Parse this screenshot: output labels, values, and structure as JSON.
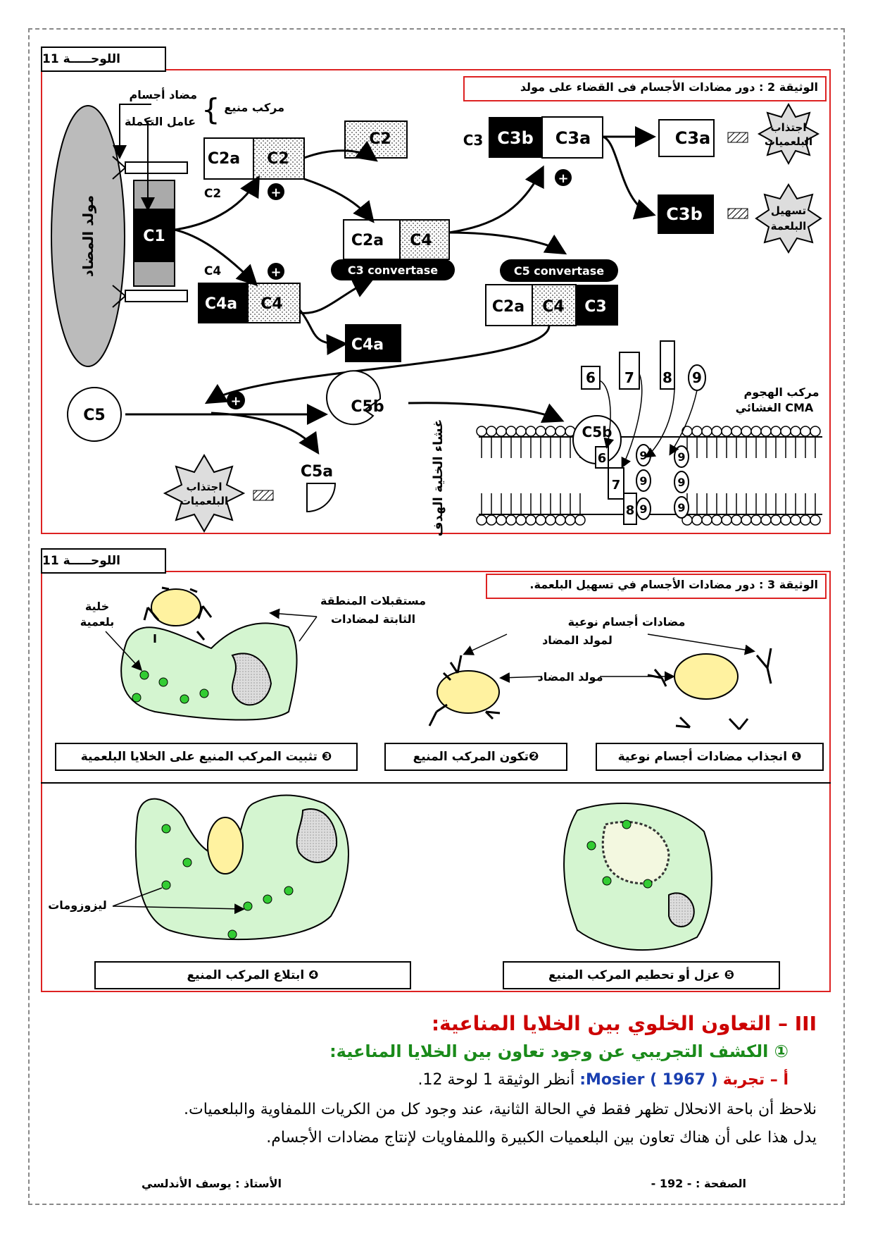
{
  "top": {
    "plate_label": "اللوحـــــة 11",
    "doc_title": "الوثيقة 2 : دور مضادات الأجسام فى القضاء على مولد",
    "labels": {
      "antigen": "مولد المضاد",
      "antibody": "مضاد أجسام",
      "complement_factor": "عامل التكملة",
      "immune_complex": "مركب منيع",
      "c1": "C1",
      "c2": "C2",
      "c2a": "C2a",
      "c4": "C4",
      "c4a": "C4a",
      "c3": "C3",
      "c3a": "C3a",
      "c3b": "C3b",
      "c5": "C5",
      "c5a": "C5a",
      "c5b": "C5b",
      "c3_convertase": "C3 convertase",
      "c5_convertase": "C5 convertase",
      "attract_phagocytes": "اجتذاب البلعميات",
      "facilitate_phagocytosis": "تسهيل البلعمة",
      "mac": "مركب الهجوم الغشائي CMA",
      "target_membrane": "غشاء الخلية الهدف",
      "n6": "6",
      "n7": "7",
      "n8": "8",
      "n9": "9",
      "plus": "+"
    }
  },
  "bottom": {
    "plate_label": "اللوحـــــة 11",
    "doc_title": "الوثيقة 3 : دور مضادات الأجسام في تسهيل البلعمة.",
    "labels": {
      "phagocyte": "خلية بلعمية",
      "fixed_receptors": "مستقبلات المنطقة الثابتة لمضادات",
      "specific_antibodies": "مضادات أجسام نوعية لمولد المضاد",
      "antigen": "مولد المضاد",
      "lysosomes": "ليزوزومات"
    },
    "captions": [
      "❸ تثبيت المركب المنيع على الخلايا البلعمية",
      "❷تكون المركب المنيع",
      "❶ انجذاب مضادات أجسام نوعية",
      "❹ ابتلاع المركب المنيع",
      "❺ عزل أو تحطيم المركب المنيع"
    ]
  },
  "section": {
    "heading": "III – التعاون الخلوي بين الخلايا المناعية:",
    "subheading": "① الكشف التجريبي عن وجود تعاون بين الخلايا المناعية:",
    "exp_prefix": "أ – تجربة",
    "exp_name": "Mosier ( 1967 ):",
    "exp_ref": "أنظر الوثيقة 1 لوحة 12.",
    "p1": "نلاحظ أن باحة الانحلال تظهر فقط في الحالة الثانية، عند وجود كل من الكريات اللمفاوية والبلعميات.",
    "p2": "يدل هذا على أن هناك تعاون بين البلعميات الكبيرة واللمفاويات لإنتاج مضادات الأجسام."
  },
  "footer": {
    "page": "الصفحة : - 192 -",
    "author": "الأستاذ : يوسف الأندلسي"
  },
  "colors": {
    "red_frame": "#dd2222",
    "heading_red": "#cc0000",
    "heading_green": "#1a8a1a",
    "cell_green": "#d4f5d0",
    "antigen_yellow": "#fff2a0"
  }
}
